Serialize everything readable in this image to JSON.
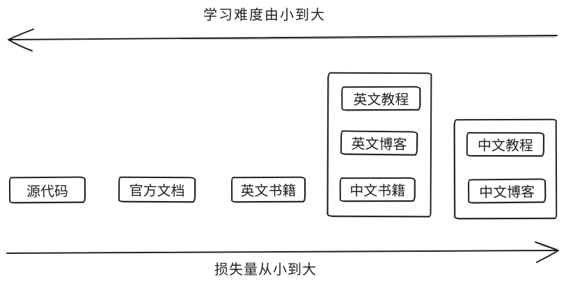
{
  "diagram": {
    "top_axis": {
      "label": "学习难度由小到大",
      "arrow_direction": "left"
    },
    "bottom_axis": {
      "label": "损失量从小到大",
      "arrow_direction": "right"
    },
    "boxes": [
      {
        "label": "源代码"
      },
      {
        "label": "官方文档"
      },
      {
        "label": "英文书籍"
      }
    ],
    "groups": [
      {
        "items": [
          {
            "label": "英文教程"
          },
          {
            "label": "英文博客"
          },
          {
            "label": "中文书籍"
          }
        ]
      },
      {
        "items": [
          {
            "label": "中文教程"
          },
          {
            "label": "中文博客"
          }
        ]
      }
    ]
  },
  "colors": {
    "stroke": "#1f1f1f",
    "text": "#1f1f1f",
    "background": "#ffffff"
  }
}
